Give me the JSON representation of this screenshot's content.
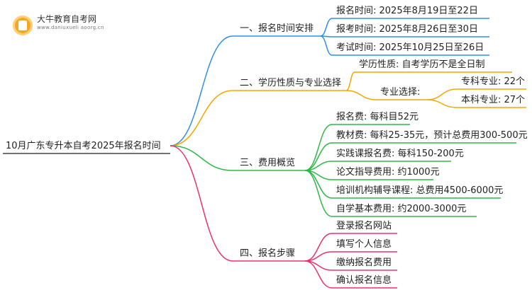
{
  "watermark": {
    "title": "大牛教育自考网",
    "url": "www.daniuxueli aoorg.cn"
  },
  "colors": {
    "blue": "#2f8fe8",
    "orange": "#f0a800",
    "green": "#2fb84a",
    "pink": "#e8336e"
  },
  "mindmap": {
    "root": "10月广东专升本自考2025年报名时间",
    "branches": [
      {
        "label": "一、报名时间安排",
        "children": [
          {
            "label": "报名时间: 2025年8月19日至22日"
          },
          {
            "label": "报考时间: 2025年8月26日至30日"
          },
          {
            "label": "考试时间: 2025年10月25日至26日"
          }
        ]
      },
      {
        "label": "二、学历性质与专业选择",
        "children": [
          {
            "label": "学历性质: 自考学历不是全日制"
          },
          {
            "label": "专业选择:",
            "children": [
              {
                "label": "专科专业: 22个"
              },
              {
                "label": "本科专业: 27个"
              }
            ]
          }
        ]
      },
      {
        "label": "三、费用概览",
        "children": [
          {
            "label": "报名费: 每科目52元"
          },
          {
            "label": "教材费: 每科25-35元，预计总费用300-500元"
          },
          {
            "label": "实践课报名费: 每科150-200元"
          },
          {
            "label": "论文指导费用: 约1000元"
          },
          {
            "label": "培训机构辅导课程: 总费用4500-6000元"
          },
          {
            "label": "自学基本费用: 约2000-3000元"
          }
        ]
      },
      {
        "label": "四、报名步骤",
        "children": [
          {
            "label": "登录报名网站"
          },
          {
            "label": "填写个人信息"
          },
          {
            "label": "缴纳报名费用"
          },
          {
            "label": "确认报名信息"
          }
        ]
      }
    ]
  }
}
